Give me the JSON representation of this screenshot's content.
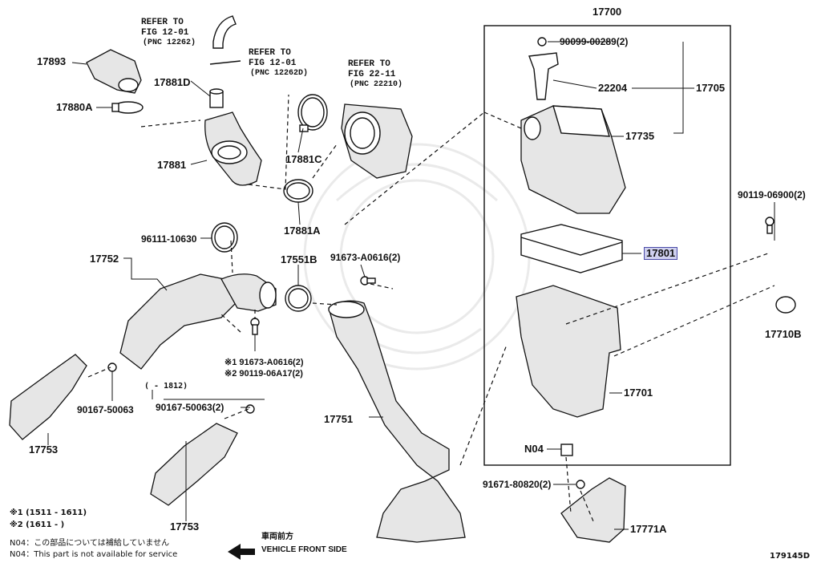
{
  "diagram": {
    "assembly_no": "17700",
    "figure_id": "179145D",
    "refs": [
      {
        "l1": "REFER TO",
        "l2": "FIG 12-01",
        "l3": "(PNC 12262)"
      },
      {
        "l1": "REFER TO",
        "l2": "FIG 12-01",
        "l3": "(PNC 12262D)"
      },
      {
        "l1": "REFER TO",
        "l2": "FIG 22-11",
        "l3": "(PNC 22210)"
      }
    ],
    "parts": {
      "p17893": "17893",
      "p17880A": "17880A",
      "p17881D": "17881D",
      "p17881": "17881",
      "p17881C": "17881C",
      "p17881A": "17881A",
      "p96111": "96111-10630",
      "p17752": "17752",
      "p17551B": "17551B",
      "p91673a": "91673-A0616(2)",
      "p91673b": "※1 91673-A0616(2)",
      "p90119b": "※2 90119-06A17(2)",
      "p90167a": "90167-50063",
      "p90167b": "90167-50063(2)",
      "p17753a": "17753",
      "p17753b": "17753",
      "p17751": "17751",
      "p90099": "90099-00289(2)",
      "p22204": "22204",
      "p17705": "17705",
      "p17735": "17735",
      "p17801": "17801",
      "p90119": "90119-06900(2)",
      "p17710B": "17710B",
      "p17701": "17701",
      "pN04": "N04",
      "p91671": "91671-80820(2)",
      "p17771A": "17771A"
    },
    "date_range": "(      - 1812)",
    "notes": {
      "n1": "※1 (1511 - 1611)",
      "n2": "※2 (1611 -      )",
      "n3": "N04：この部品については補給していません",
      "n4": "N04：This part is not available for service"
    },
    "front": {
      "jp": "車両前方",
      "en": "VEHICLE FRONT SIDE"
    },
    "highlight_color": "#cfd0ee"
  }
}
